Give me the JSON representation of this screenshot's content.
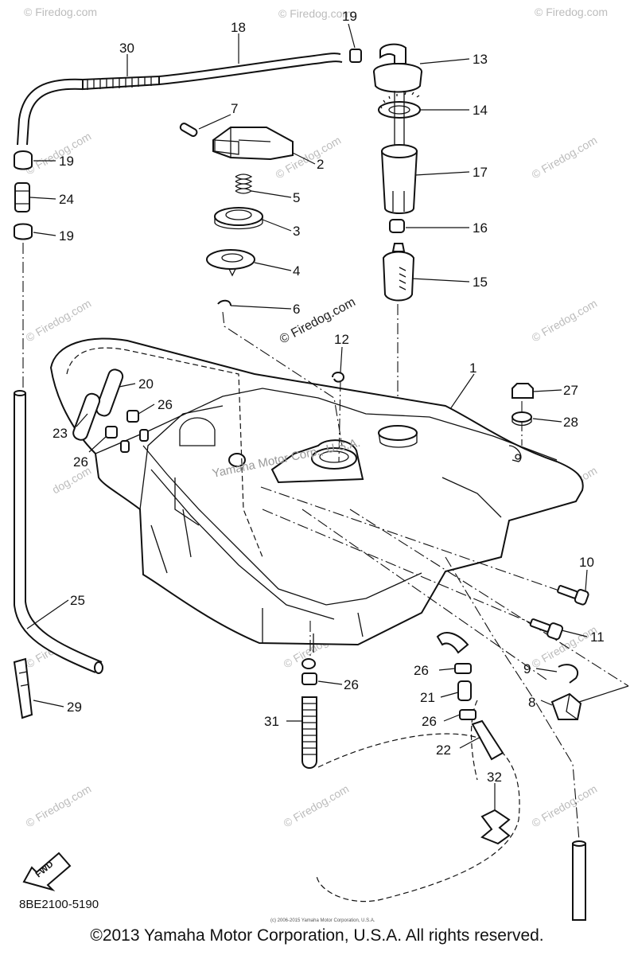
{
  "callouts": {
    "c1": "1",
    "c2": "2",
    "c3": "3",
    "c4": "4",
    "c5": "5",
    "c6": "6",
    "c7": "7",
    "c8": "8",
    "c9": "9",
    "c10": "10",
    "c11": "11",
    "c12": "12",
    "c13": "13",
    "c14": "14",
    "c15": "15",
    "c16": "16",
    "c17": "17",
    "c18": "18",
    "c19a": "19",
    "c19b": "19",
    "c19c": "19",
    "c20": "20",
    "c21": "21",
    "c22": "22",
    "c23": "23",
    "c24": "24",
    "c25": "25",
    "c26a": "26",
    "c26b": "26",
    "c26c": "26",
    "c26d": "26",
    "c26e": "26",
    "c27": "27",
    "c28": "28",
    "c29": "29",
    "c30": "30",
    "c31": "31",
    "c32": "32"
  },
  "watermark": "© Firedog.com",
  "tank_watermark": "Yamaha Motor Corp., U.S.A.",
  "fwd_label": "FWD",
  "small_notice": "(c) 2006-2015 Yamaha Motor Corporation, U.S.A.",
  "diagram_code": "8BE2100-5190",
  "copyright": "©2013 Yamaha Motor Corporation, U.S.A. All rights reserved."
}
